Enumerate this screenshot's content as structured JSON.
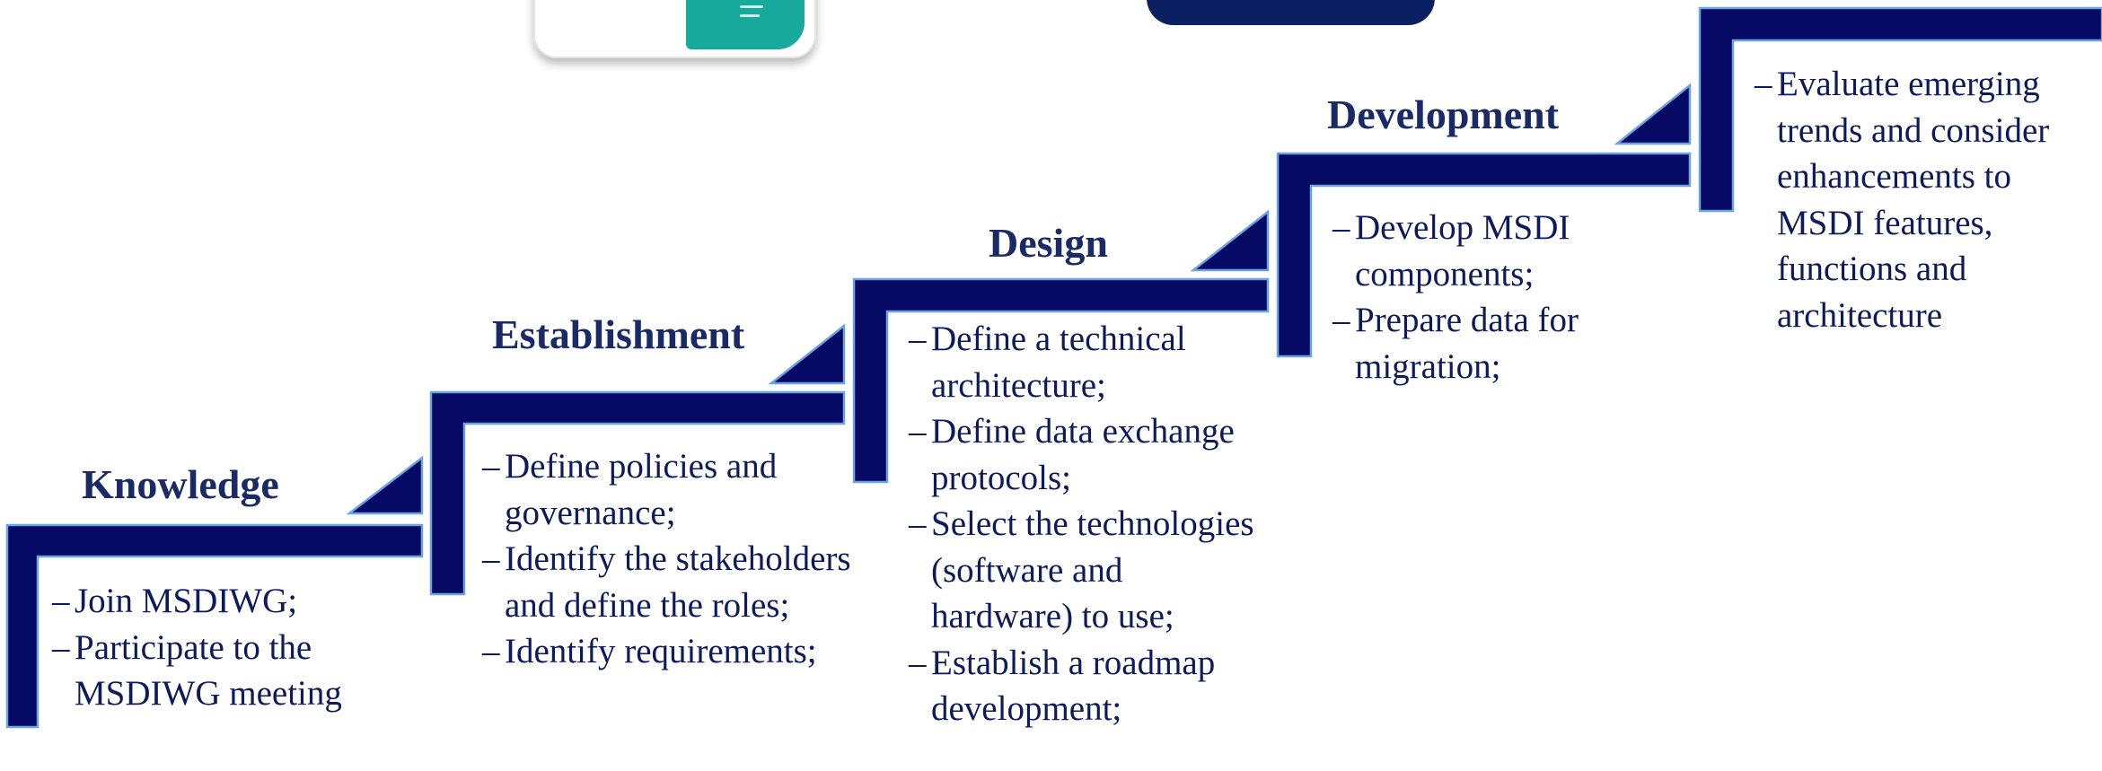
{
  "colors": {
    "stair": "#060a64",
    "stair_edge": "#6fa3df",
    "title": "#1a2a66",
    "text": "#0d1a5c",
    "brand_banner": "#0b1f63"
  },
  "steps": [
    {
      "title": "Knowledge",
      "items": [
        "Join MSDIWG;",
        "Participate to the MSDIWG meeting"
      ]
    },
    {
      "title": "Establishment",
      "items": [
        "Define policies and governance;",
        "Identify the stakeholders and define the roles;",
        "Identify requirements;"
      ]
    },
    {
      "title": "Design",
      "items": [
        "Define a technical architecture;",
        "Define data exchange protocols;",
        "Select the technologies (software and hardware) to use;",
        "Establish a roadmap development;"
      ]
    },
    {
      "title": "Development",
      "items": [
        "Develop MSDI components;",
        "Prepare data for migration;"
      ]
    },
    {
      "title": "",
      "items": [
        "Evaluate emerging trends and consider enhancements to MSDI features, functions and architecture"
      ]
    }
  ]
}
